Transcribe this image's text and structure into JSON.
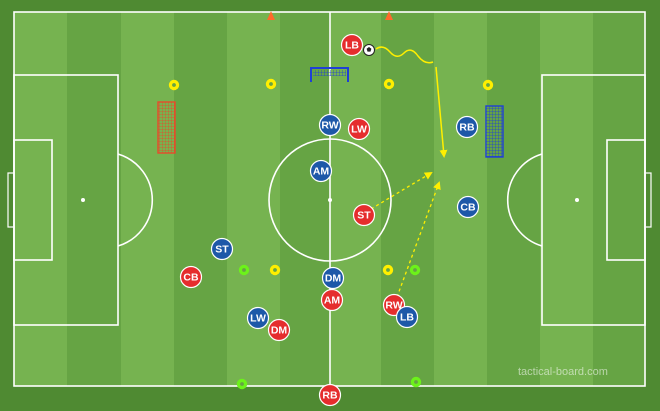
{
  "board": {
    "watermark": "tactical-board.com",
    "colors": {
      "grass_light": "#76b350",
      "grass_dark": "#66a444",
      "surround": "#4f8a32",
      "line": "#ffffff",
      "red_team": "#e52d2d",
      "blue_team": "#1d58a8",
      "cone_yellow": "#ffef00",
      "cone_green": "#6cf21a",
      "cone_orange": "#ff6a2a",
      "mini_goal_red": "#e84a2a",
      "mini_goal_blue": "#1f3fd6",
      "arrow_yellow": "#ffef00"
    }
  },
  "players": {
    "red": [
      {
        "label": "LB",
        "icon": "red-player-icon"
      },
      {
        "label": "LW",
        "icon": "red-player-icon"
      },
      {
        "label": "ST",
        "icon": "red-player-icon"
      },
      {
        "label": "CB",
        "icon": "red-player-icon"
      },
      {
        "label": "AM",
        "icon": "red-player-icon"
      },
      {
        "label": "RW",
        "icon": "red-player-icon"
      },
      {
        "label": "DM",
        "icon": "red-player-icon"
      },
      {
        "label": "RB",
        "icon": "red-player-icon"
      }
    ],
    "blue": [
      {
        "label": "RW",
        "icon": "blue-player-icon"
      },
      {
        "label": "RB",
        "icon": "blue-player-icon"
      },
      {
        "label": "AM",
        "icon": "blue-player-icon"
      },
      {
        "label": "CB",
        "icon": "blue-player-icon"
      },
      {
        "label": "ST",
        "icon": "blue-player-icon"
      },
      {
        "label": "DM",
        "icon": "blue-player-icon"
      },
      {
        "label": "LW",
        "icon": "blue-player-icon"
      },
      {
        "label": "LB",
        "icon": "blue-player-icon"
      }
    ]
  },
  "equipment": {
    "ball_icon": "football-icon",
    "cone_icons": [
      "yellow-cone-icon",
      "green-cone-icon",
      "orange-cone-icon"
    ],
    "mini_goal_icons": [
      "red-mini-goal-icon",
      "blue-mini-goal-icon"
    ]
  }
}
